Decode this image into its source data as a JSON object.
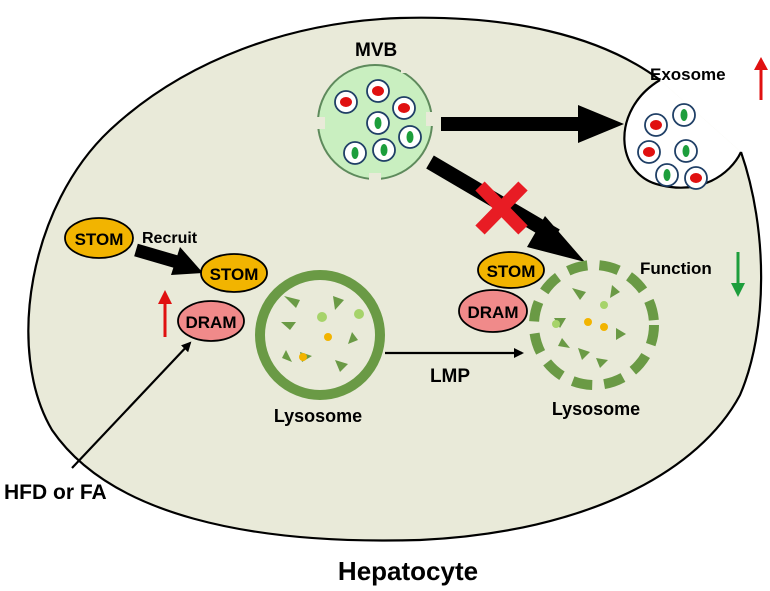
{
  "labels": {
    "cell": "Hepatocyte",
    "mvb": "MVB",
    "exosome": "Exosome",
    "function": "Function",
    "recruit": "Recruit",
    "stom": "STOM",
    "dram": "DRAM",
    "lmp": "LMP",
    "lysosome": "Lysosome",
    "stimulus": "HFD or FA"
  },
  "colors": {
    "cytoplasm": "#e9ead9",
    "stom": "#f2b400",
    "dram": "#f08a8a",
    "lysosome_ring": "#6a9a45",
    "vesicle_body": "#c9efc0",
    "cargo_red": "#e01010",
    "cargo_green": "#1d9e3c",
    "up_arrow": "#e01010",
    "down_arrow": "#1d9e3c",
    "block_x": "#e81c24"
  },
  "indicators": {
    "exosome": "up",
    "function": "down",
    "dram_expression": "up"
  },
  "icons": {
    "blocked_pathway": "red-x-icon"
  }
}
